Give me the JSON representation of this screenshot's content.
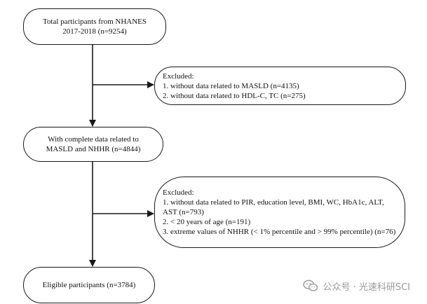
{
  "flowchart": {
    "box1": {
      "lines": [
        "Total participants from NHANES",
        "2017-2018 (n=9254)"
      ]
    },
    "box2": {
      "lines": [
        "Excluded:",
        "1. without data related to MASLD (n=4135)",
        "2. without  data related to HDL-C, TC (n=275)"
      ]
    },
    "box3": {
      "lines": [
        "With complete data related to",
        "MASLD and NHHR (n=4844)"
      ]
    },
    "box4": {
      "lines": [
        "Excluded:",
        "1. without data related to PIR, education level, BMI, WC, HbA1c, ALT,",
        "AST (n=793)",
        "2. < 20 years of age (n=191)",
        "3. extreme values of NHHR (< 1% percentile and > 99% percentile) (n=76)"
      ]
    },
    "box5": {
      "lines": [
        "Eligible participants (n=3784)"
      ]
    }
  },
  "watermark": {
    "text": "公众号 · 光速科研SCI",
    "icon": "wechat-icon"
  },
  "colors": {
    "stroke": "#1a1a1a",
    "watermark": "#9a9a9a"
  }
}
